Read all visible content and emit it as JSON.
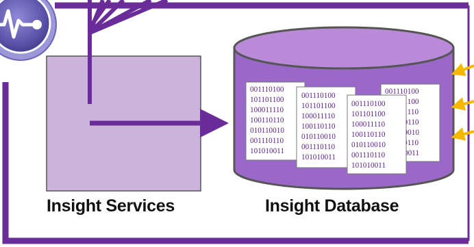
{
  "labels": {
    "services": "Insight Services",
    "database": "Insight Database"
  },
  "documents": [
    [
      "001110100",
      "101101100",
      "100011110",
      "100110110",
      "010110010",
      "001110110",
      "101010011"
    ],
    [
      "001110100",
      "101101100",
      "100011110",
      "100110110",
      "010110010",
      "001110110",
      "101010011"
    ],
    [
      "001110100",
      "101101100",
      "100011110",
      "100110110",
      "010110010",
      "001110110",
      "101010011"
    ],
    [
      "001110100",
      "101101100",
      "100011110",
      "100110110",
      "010110010",
      "001110110",
      "101010011"
    ]
  ],
  "colors": {
    "frame": "#6a2c98",
    "box_fill": "#ccb3dc",
    "cylinder_fill": "#9a68c8",
    "cylinder_top": "#b88ad8",
    "incoming_arrows": "#f5b800",
    "pulse_logo": "#5a52a8"
  },
  "icons": [
    "pulse-logo-icon"
  ]
}
